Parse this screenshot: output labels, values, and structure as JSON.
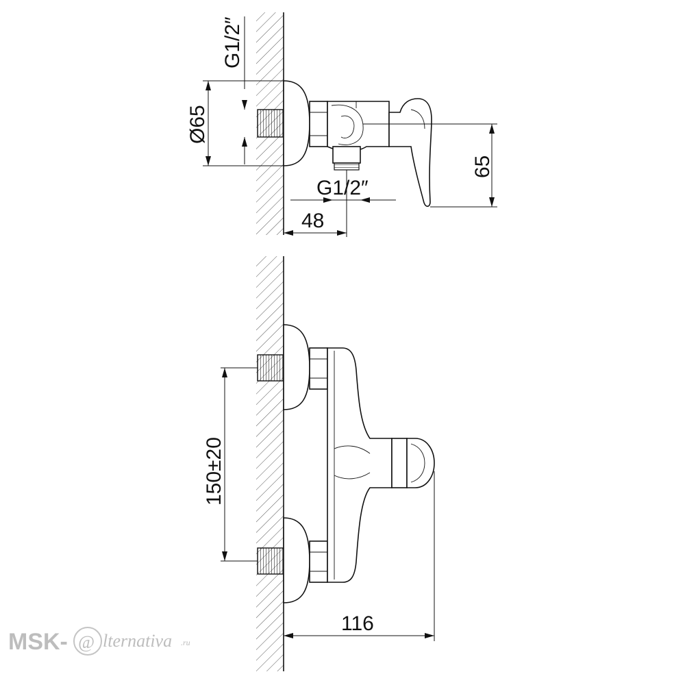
{
  "dimensions": {
    "side_thread_top": "G1/2″",
    "side_diameter": "Ø65",
    "side_outlet_thread": "G1/2″",
    "side_depth": "48",
    "side_height": "65",
    "front_spacing": "150±20",
    "front_projection": "116"
  },
  "watermark": {
    "prefix": "MSK-",
    "at_symbol": "@",
    "suffix": "lternativa",
    "tld": ".ru"
  }
}
